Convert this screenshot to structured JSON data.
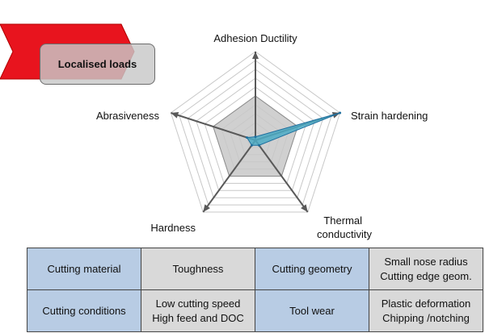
{
  "banner": {
    "label": "Localised loads"
  },
  "chart_data": {
    "type": "radar",
    "axes": [
      "Adhesion Ductility",
      "Strain hardening",
      "Thermal conductivity",
      "Hardness",
      "Abrasiveness"
    ],
    "rmax": 10,
    "rings": 10,
    "reference_level": 5,
    "series": [
      {
        "values": [
          0.4,
          10,
          0.7,
          0.7,
          1.0
        ]
      }
    ],
    "colors": {
      "reference_fill": "#c8c8c8",
      "series_fill": "#4bacc6",
      "series_edge": "#1f6f9e",
      "grid": "#c8c8c8",
      "axis": "#595959"
    }
  },
  "table": {
    "rows": [
      [
        {
          "lines": [
            "Cutting material"
          ],
          "style": "blue"
        },
        {
          "lines": [
            "Toughness"
          ],
          "style": "grey"
        },
        {
          "lines": [
            "Cutting geometry"
          ],
          "style": "blue"
        },
        {
          "lines": [
            "Small nose radius",
            "Cutting edge geom."
          ],
          "style": "grey"
        }
      ],
      [
        {
          "lines": [
            "Cutting conditions"
          ],
          "style": "blue"
        },
        {
          "lines": [
            "Low cutting speed",
            "High feed and DOC"
          ],
          "style": "grey"
        },
        {
          "lines": [
            "Tool wear"
          ],
          "style": "blue"
        },
        {
          "lines": [
            "Plastic deformation",
            "Chipping /notching"
          ],
          "style": "grey"
        }
      ]
    ]
  }
}
